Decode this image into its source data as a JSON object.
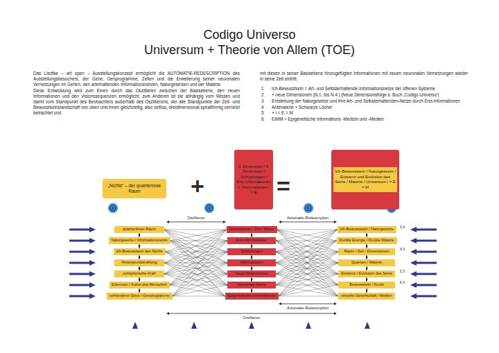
{
  "diagram": {
    "title": "Codigo Universo",
    "nodes": [
      {
        "text": [
          "„Nichts“ – der quantenlose Raum"
        ]
      },
      {
        "text": [
          "3. Dimension / 4. Dimension / Schöpfungen / Erst-Informationen + Informationen i = E"
        ]
      },
      {
        "text": [
          "Ich-Bewusstsein / Naturgesetze / Existenz und Evolution des Seins / Materie / Universum i = E = M"
        ]
      },
      {
        "text": [
          "quantenloser Raum"
        ]
      },
      {
        "text": [
          "Naturgesetze / Informationsnetze"
        ]
      },
      {
        "text": [
          "Ich-Bewusstsein des Nichts"
        ]
      },
      {
        "text": [
          "Hintergrundstrahlung"
        ]
      },
      {
        "text": [
          "schöpferische Kraft"
        ]
      },
      {
        "text": [
          "Erkennen / Kultur des Menschen"
        ]
      },
      {
        "text": [
          "vorhandene Gene / Genprogramme"
        ]
      },
      {
        "text": [
          "Dimensionen / Zeit / Raum"
        ]
      },
      {
        "text": [
          "Erst-Informationen"
        ]
      },
      {
        "text": [
          "Schöpfungen"
        ]
      },
      {
        "text": [
          "Informationen"
        ]
      },
      {
        "text": [
          "Neue Dimensionen"
        ]
      },
      {
        "text": [
          "Neuronale Netze"
        ]
      },
      {
        "text": [
          "Epigenetische Informationen"
        ]
      },
      {
        "text": [
          "Ich-Bewusstsein / Naturgesetze"
        ]
      },
      {
        "text": [
          "Dunkle Energie / Dunkle Materie"
        ]
      },
      {
        "text": [
          "Raum / Zeit / Dimensionen"
        ]
      },
      {
        "text": [
          "Quanten / Materie"
        ]
      },
      {
        "text": [
          "Existenz / Evolution des Seins"
        ]
      },
      {
        "text": [
          "Bewusstsein / Kunst"
        ]
      },
      {
        "text": [
          "virtuelle Gesellschaft / Medien"
        ]
      }
    ],
    "edges": [
      {
        "from": 3,
        "to": 10,
        "arrow": "none"
      },
      {
        "from": 3,
        "to": 11,
        "arrow": "none"
      },
      {
        "from": 3,
        "to": 12,
        "arrow": "none"
      },
      {
        "from": 3,
        "to": 13,
        "arrow": "none"
      },
      {
        "from": 3,
        "to": 14,
        "arrow": "none"
      },
      {
        "from": 3,
        "to": 15,
        "arrow": "none"
      },
      {
        "from": 3,
        "to": 16,
        "arrow": "none"
      },
      {
        "from": 4,
        "to": 10,
        "arrow": "none"
      },
      {
        "from": 4,
        "to": 11,
        "arrow": "none"
      },
      {
        "from": 4,
        "to": 12,
        "arrow": "none"
      },
      {
        "from": 4,
        "to": 13,
        "arrow": "none"
      },
      {
        "from": 4,
        "to": 14,
        "arrow": "none"
      },
      {
        "from": 4,
        "to": 15,
        "arrow": "none"
      },
      {
        "from": 4,
        "to": 16,
        "arrow": "none"
      },
      {
        "from": 5,
        "to": 10,
        "arrow": "none"
      },
      {
        "from": 5,
        "to": 11,
        "arrow": "none"
      },
      {
        "from": 5,
        "to": 12,
        "arrow": "none"
      },
      {
        "from": 5,
        "to": 13,
        "arrow": "none"
      },
      {
        "from": 5,
        "to": 14,
        "arrow": "none"
      },
      {
        "from": 5,
        "to": 15,
        "arrow": "none"
      },
      {
        "from": 5,
        "to": 16,
        "arrow": "none"
      },
      {
        "from": 6,
        "to": 10,
        "arrow": "none"
      },
      {
        "from": 6,
        "to": 11,
        "arrow": "none"
      },
      {
        "from": 6,
        "to": 12,
        "arrow": "none"
      },
      {
        "from": 6,
        "to": 13,
        "arrow": "none"
      },
      {
        "from": 6,
        "to": 14,
        "arrow": "none"
      },
      {
        "from": 6,
        "to": 15,
        "arrow": "none"
      },
      {
        "from": 6,
        "to": 16,
        "arrow": "none"
      },
      {
        "from": 7,
        "to": 10,
        "arrow": "none"
      },
      {
        "from": 7,
        "to": 11,
        "arrow": "none"
      },
      {
        "from": 7,
        "to": 12,
        "arrow": "none"
      },
      {
        "from": 7,
        "to": 13,
        "arrow": "none"
      },
      {
        "from": 7,
        "to": 14,
        "arrow": "none"
      },
      {
        "from": 7,
        "to": 15,
        "arrow": "none"
      },
      {
        "from": 7,
        "to": 16,
        "arrow": "none"
      },
      {
        "from": 8,
        "to": 10,
        "arrow": "none"
      },
      {
        "from": 8,
        "to": 11,
        "arrow": "none"
      },
      {
        "from": 8,
        "to": 12,
        "arrow": "none"
      },
      {
        "from": 8,
        "to": 13,
        "arrow": "none"
      },
      {
        "from": 8,
        "to": 14,
        "arrow": "none"
      },
      {
        "from": 8,
        "to": 15,
        "arrow": "none"
      },
      {
        "from": 8,
        "to": 16,
        "arrow": "none"
      },
      {
        "from": 9,
        "to": 10,
        "arrow": "none"
      },
      {
        "from": 9,
        "to": 11,
        "arrow": "none"
      },
      {
        "from": 9,
        "to": 12,
        "arrow": "none"
      },
      {
        "from": 9,
        "to": 13,
        "arrow": "none"
      },
      {
        "from": 9,
        "to": 14,
        "arrow": "none"
      },
      {
        "from": 9,
        "to": 15,
        "arrow": "none"
      },
      {
        "from": 9,
        "to": 16,
        "arrow": "none"
      },
      {
        "from": 10,
        "to": 17,
        "arrow": "none"
      },
      {
        "from": 10,
        "to": 18,
        "arrow": "none"
      },
      {
        "from": 10,
        "to": 19,
        "arrow": "none"
      },
      {
        "from": 10,
        "to": 20,
        "arrow": "none"
      },
      {
        "from": 10,
        "to": 21,
        "arrow": "none"
      },
      {
        "from": 10,
        "to": 22,
        "arrow": "none"
      },
      {
        "from": 10,
        "to": 23,
        "arrow": "none"
      },
      {
        "from": 11,
        "to": 17,
        "arrow": "none"
      },
      {
        "from": 11,
        "to": 18,
        "arrow": "none"
      },
      {
        "from": 11,
        "to": 19,
        "arrow": "none"
      },
      {
        "from": 11,
        "to": 20,
        "arrow": "none"
      },
      {
        "from": 11,
        "to": 21,
        "arrow": "none"
      },
      {
        "from": 11,
        "to": 22,
        "arrow": "none"
      },
      {
        "from": 11,
        "to": 23,
        "arrow": "none"
      },
      {
        "from": 12,
        "to": 17,
        "arrow": "none"
      },
      {
        "from": 12,
        "to": 18,
        "arrow": "none"
      },
      {
        "from": 12,
        "to": 19,
        "arrow": "none"
      },
      {
        "from": 12,
        "to": 20,
        "arrow": "none"
      },
      {
        "from": 12,
        "to": 21,
        "arrow": "none"
      },
      {
        "from": 12,
        "to": 22,
        "arrow": "none"
      },
      {
        "from": 12,
        "to": 23,
        "arrow": "none"
      },
      {
        "from": 13,
        "to": 17,
        "arrow": "none"
      },
      {
        "from": 13,
        "to": 18,
        "arrow": "none"
      },
      {
        "from": 13,
        "to": 19,
        "arrow": "none"
      },
      {
        "from": 13,
        "to": 20,
        "arrow": "none"
      },
      {
        "from": 13,
        "to": 21,
        "arrow": "none"
      },
      {
        "from": 13,
        "to": 22,
        "arrow": "none"
      },
      {
        "from": 13,
        "to": 23,
        "arrow": "none"
      },
      {
        "from": 14,
        "to": 17,
        "arrow": "none"
      },
      {
        "from": 14,
        "to": 18,
        "arrow": "none"
      },
      {
        "from": 14,
        "to": 19,
        "arrow": "none"
      },
      {
        "from": 14,
        "to": 20,
        "arrow": "none"
      },
      {
        "from": 14,
        "to": 21,
        "arrow": "none"
      },
      {
        "from": 14,
        "to": 22,
        "arrow": "none"
      },
      {
        "from": 14,
        "to": 23,
        "arrow": "none"
      },
      {
        "from": 15,
        "to": 17,
        "arrow": "none"
      },
      {
        "from": 15,
        "to": 18,
        "arrow": "none"
      },
      {
        "from": 15,
        "to": 19,
        "arrow": "none"
      },
      {
        "from": 15,
        "to": 20,
        "arrow": "none"
      },
      {
        "from": 15,
        "to": 21,
        "arrow": "none"
      },
      {
        "from": 15,
        "to": 22,
        "arrow": "none"
      },
      {
        "from": 15,
        "to": 23,
        "arrow": "none"
      },
      {
        "from": 16,
        "to": 17,
        "arrow": "none"
      },
      {
        "from": 16,
        "to": 18,
        "arrow": "none"
      },
      {
        "from": 16,
        "to": 19,
        "arrow": "none"
      },
      {
        "from": 16,
        "to": 20,
        "arrow": "none"
      },
      {
        "from": 16,
        "to": 21,
        "arrow": "none"
      },
      {
        "from": 16,
        "to": 22,
        "arrow": "none"
      },
      {
        "from": 16,
        "to": 23,
        "arrow": "none"
      },
      {
        "from": 3,
        "to": 4,
        "arrow": "both"
      },
      {
        "from": 4,
        "to": 5,
        "arrow": "both"
      },
      {
        "from": 5,
        "to": 6,
        "arrow": "both"
      },
      {
        "from": 6,
        "to": 7,
        "arrow": "both"
      },
      {
        "from": 7,
        "to": 8,
        "arrow": "both"
      },
      {
        "from": 8,
        "to": 9,
        "arrow": "both"
      },
      {
        "from": 10,
        "to": 11,
        "arrow": "both"
      },
      {
        "from": 11,
        "to": 12,
        "arrow": "both"
      },
      {
        "from": 12,
        "to": 13,
        "arrow": "both"
      },
      {
        "from": 13,
        "to": 14,
        "arrow": "both"
      },
      {
        "from": 14,
        "to": 15,
        "arrow": "both"
      },
      {
        "from": 15,
        "to": 16,
        "arrow": "both"
      },
      {
        "from": 17,
        "to": 18,
        "arrow": "both"
      },
      {
        "from": 18,
        "to": 19,
        "arrow": "both"
      },
      {
        "from": 19,
        "to": 20,
        "arrow": "both"
      },
      {
        "from": 20,
        "to": 21,
        "arrow": "both"
      },
      {
        "from": 21,
        "to": 22,
        "arrow": "both"
      },
      {
        "from": 22,
        "to": 23,
        "arrow": "both"
      }
    ],
    "labels": [
      "Universum + Theorie von Allem (TOE)",
      "Das Liedtke – art open – Ausstellungskonzept ermöglicht die AUTOMATIE-REDESCRIPTION des Ausstellungsbesuchers, der Gene, Genprogramme, Zellen und die Erweiterung seiner neuronalen Vernetzungen im Gehirn, den arterhaltenden Informationsnetzen, Naturgesetzen und der Materie.",
      "Diese Entwicklung wird zum Einen durch das Oszillieren zwischen der Basisebene, den neuen Informationen und den Visionssequenzen ermöglicht; zum Anderen ist sie abhängig vom Wissen und damit vom Standpunkt des Beobachters außerhalb des Oszillierens, der alle Standpunkte der Zeit- und Bewusstseinslandschaft von oben und innen gleichzeitig, also zeitlos, dreidimensional spiralförmig vernetzt betrachtet und",
      "mit diesen in seiner Basisebene hinzugefügten Informationen mit neuen neuronalen Vernetzungen wieder in seine Zeit eintritt.",
      "1",
      "Ich-Bewusstsein = Art- und Selbsterhaltende-Informationsnetze der offenen Systeme",
      "2",
      "+ neue Dimensionen (N.1. bis N.4.) (Neue Dimensionsfolge s. Buch ‚Codigo Universo‘)",
      "3",
      "Entstehung der Naturgesetze und ihre Art- und Selbsterhaltenden-Netze durch Erst-informationen",
      "4",
      "Antimaterie + Schwarze Löcher",
      "5",
      "+ i = E = M",
      "6",
      "EIMM = Epigenetische Informations -Medizin und -Medien",
      "+",
      "=",
      "Oszillieren",
      "Automatie-Redescription",
      "Automatie-Redescription",
      "Oszillieren",
      "3.3",
      "4.3",
      "5.3",
      "6.3"
    ]
  }
}
